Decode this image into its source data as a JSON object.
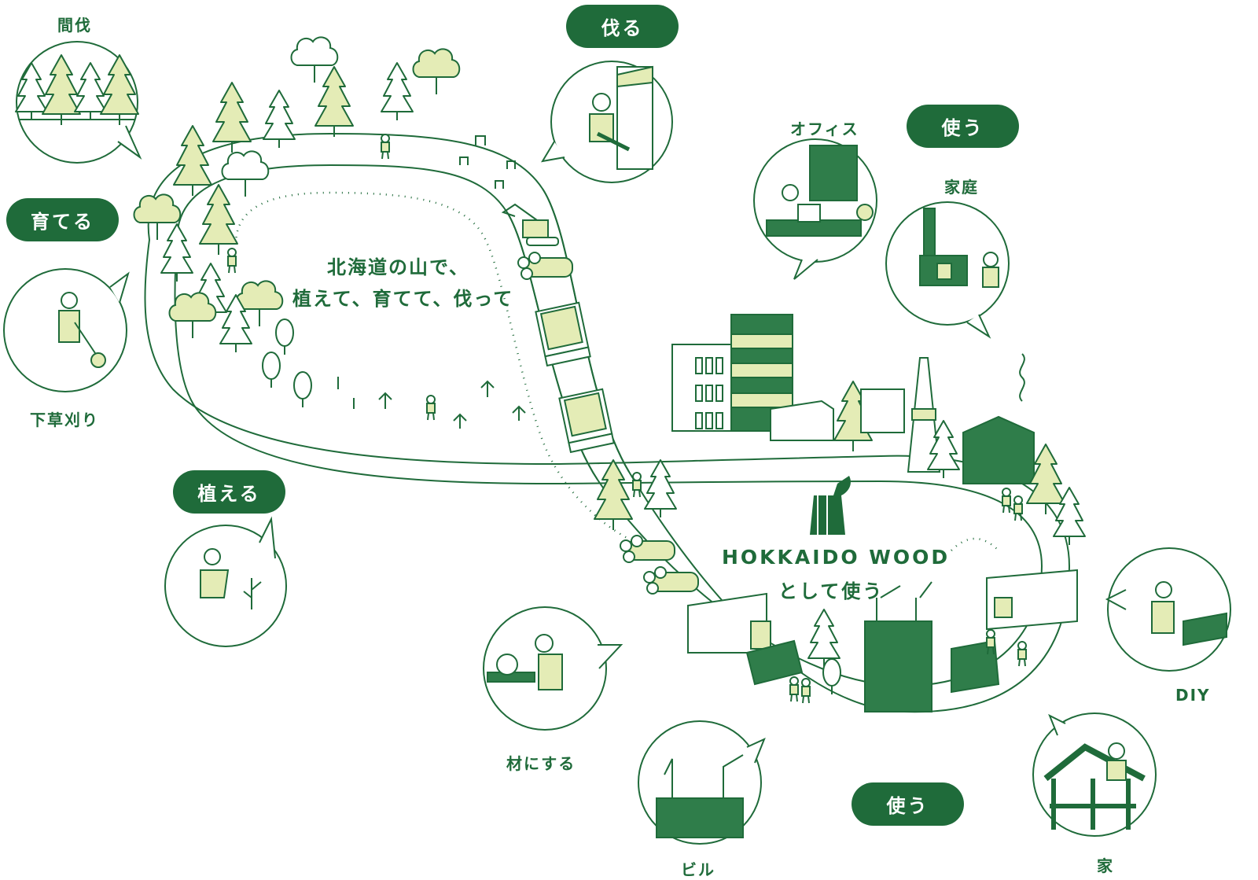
{
  "colors": {
    "green": "#1f6b3a",
    "light": "#e4ecb6",
    "white": "#ffffff"
  },
  "pills": {
    "kiru": "伐る",
    "sodateru": "育てる",
    "ueru": "植える",
    "tsukau_top": "使う",
    "tsukau_bottom": "使う"
  },
  "bubbles": {
    "kanbatsu": "間伐",
    "shitakusa": "下草刈り",
    "office": "オフィス",
    "katei": "家庭",
    "diy": "DIY",
    "zai": "材にする",
    "biru": "ビル",
    "ie": "家"
  },
  "forest_text": {
    "line1": "北海道の山で、",
    "line2": "植えて、育てて、伐って"
  },
  "brand": {
    "name": "HOKKAIDO WOOD",
    "sub": "として使う"
  }
}
